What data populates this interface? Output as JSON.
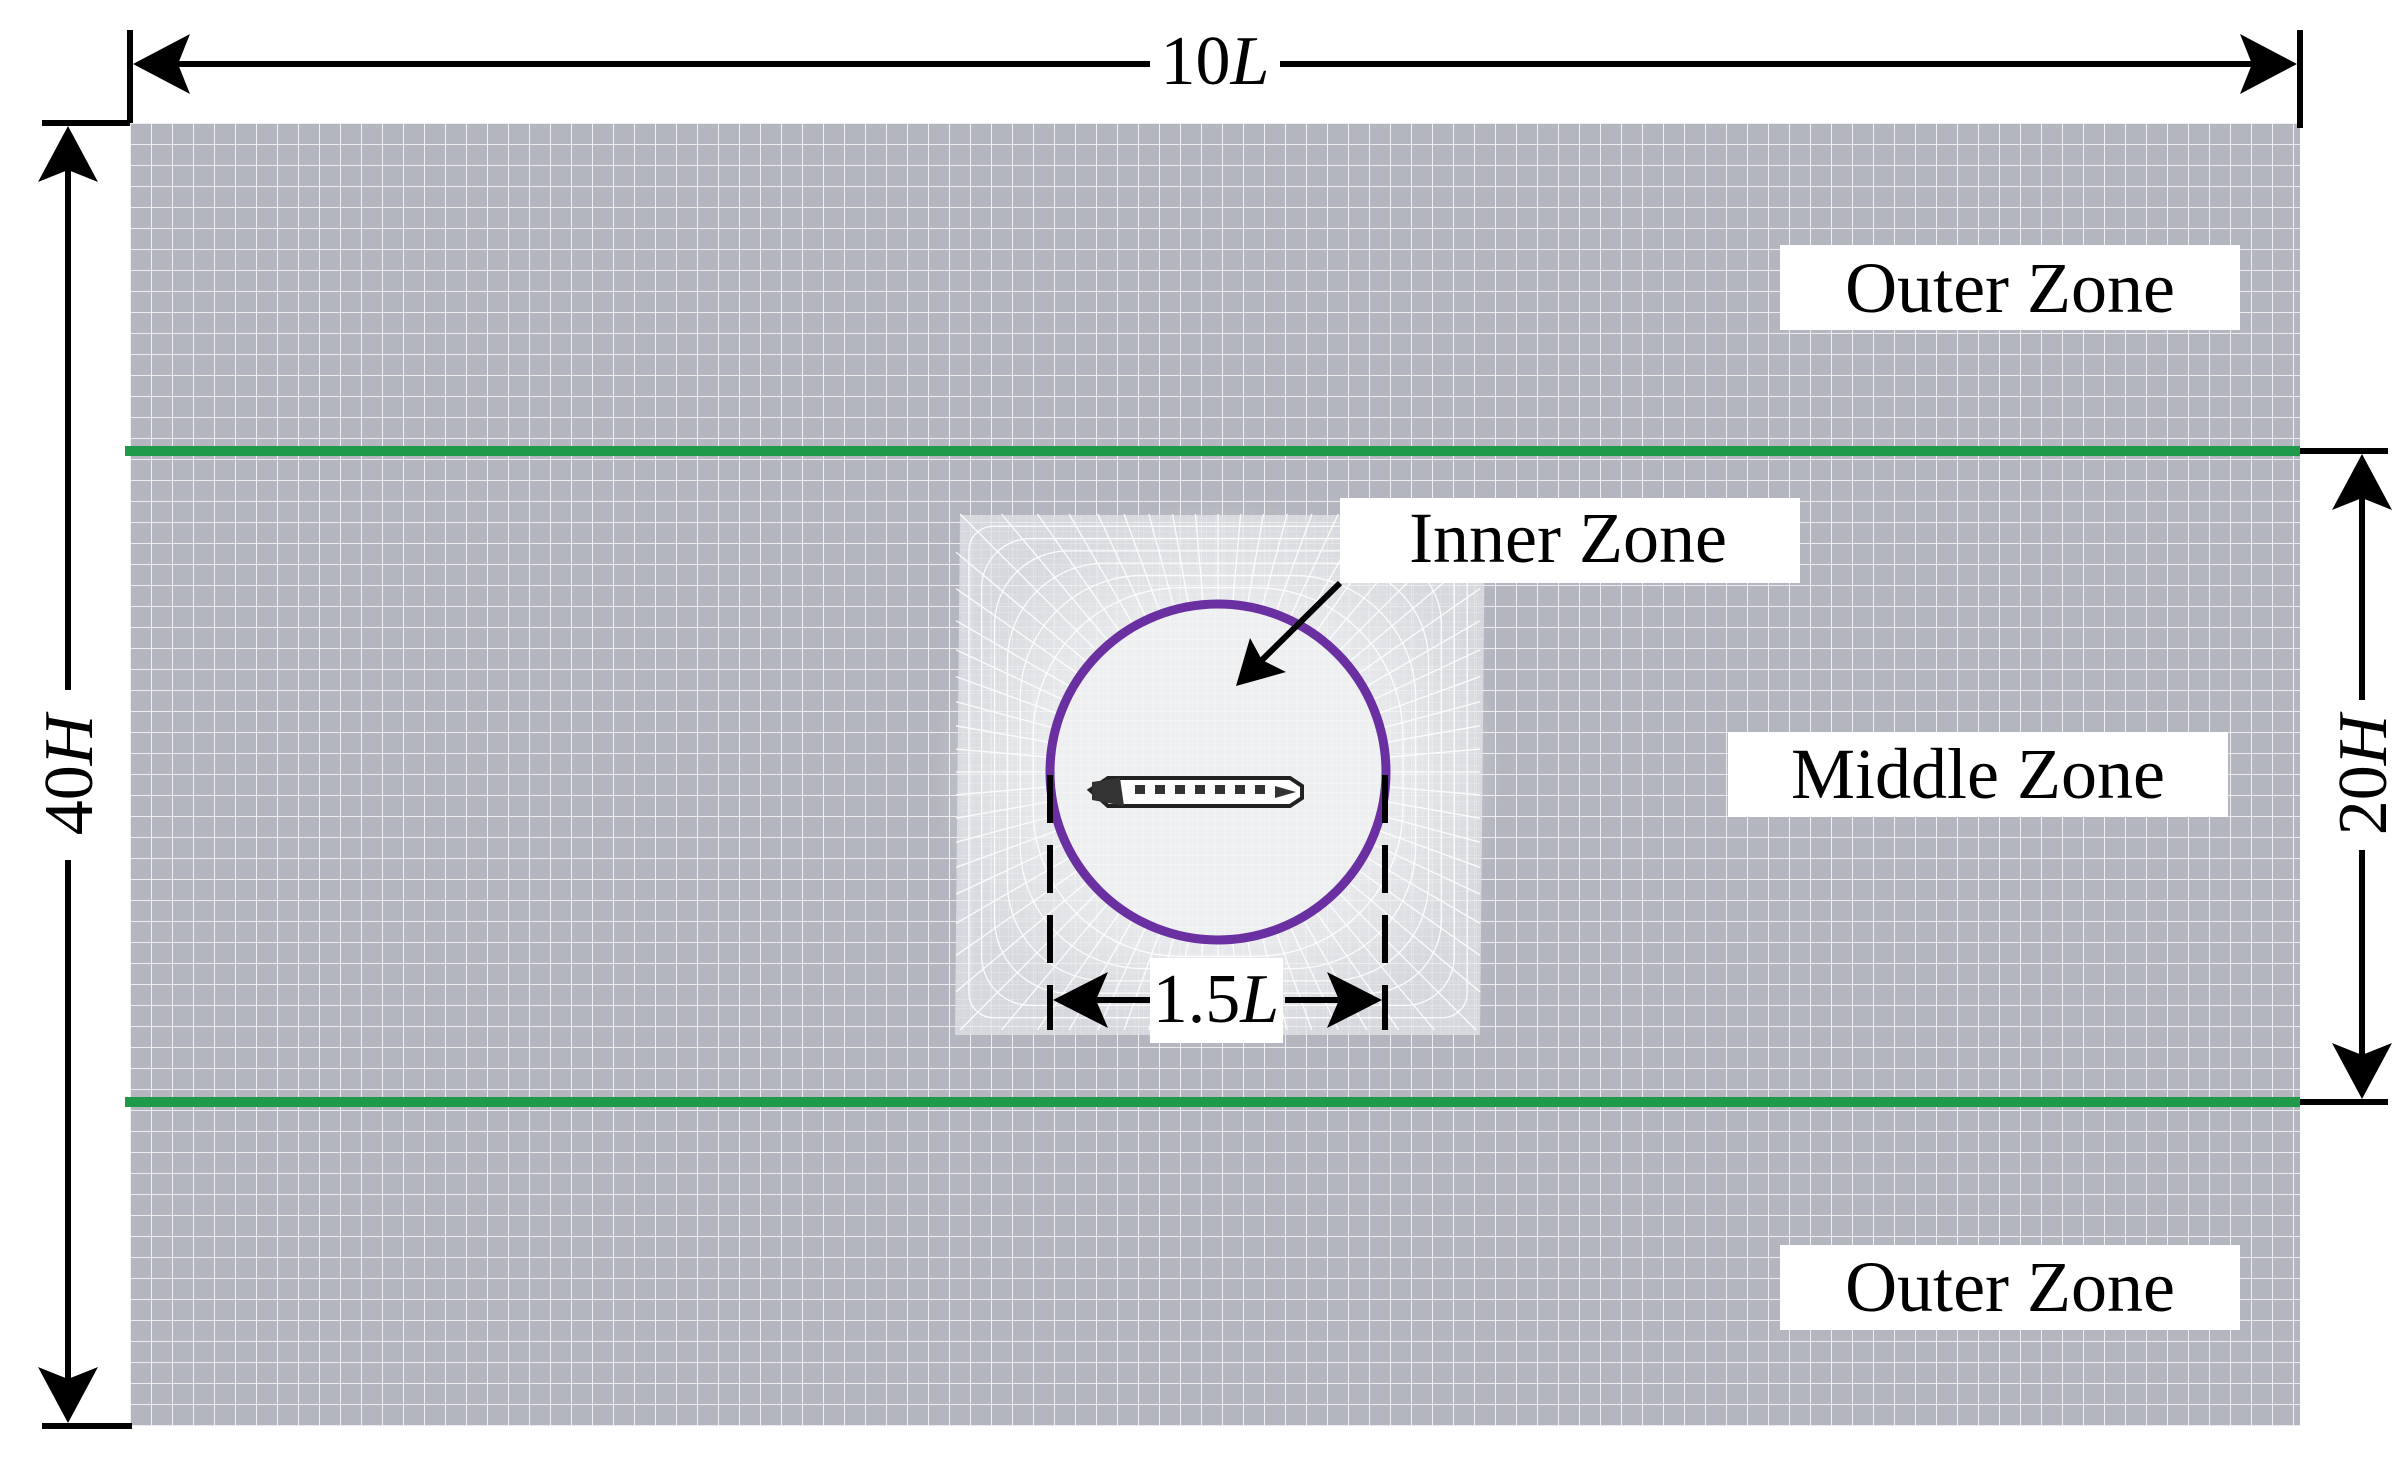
{
  "zones": {
    "outer_top": "Outer Zone",
    "middle": "Middle Zone",
    "inner": "Inner Zone",
    "outer_bottom": "Outer Zone"
  },
  "dimensions": {
    "width_total": {
      "number": "10",
      "unit": "L"
    },
    "height_total": {
      "number": "40",
      "unit": "H"
    },
    "height_middle": {
      "number": "20",
      "unit": "H"
    },
    "inner_diameter": {
      "number": "1.5",
      "unit": "L"
    }
  },
  "colors": {
    "mesh_background": "#b3b6be",
    "mesh_lines": "#ffffff",
    "zone_boundary": "#1f9a4a",
    "inner_boundary": "#6a2fa0",
    "label_box": "#ffffff",
    "arrows": "#000000"
  }
}
